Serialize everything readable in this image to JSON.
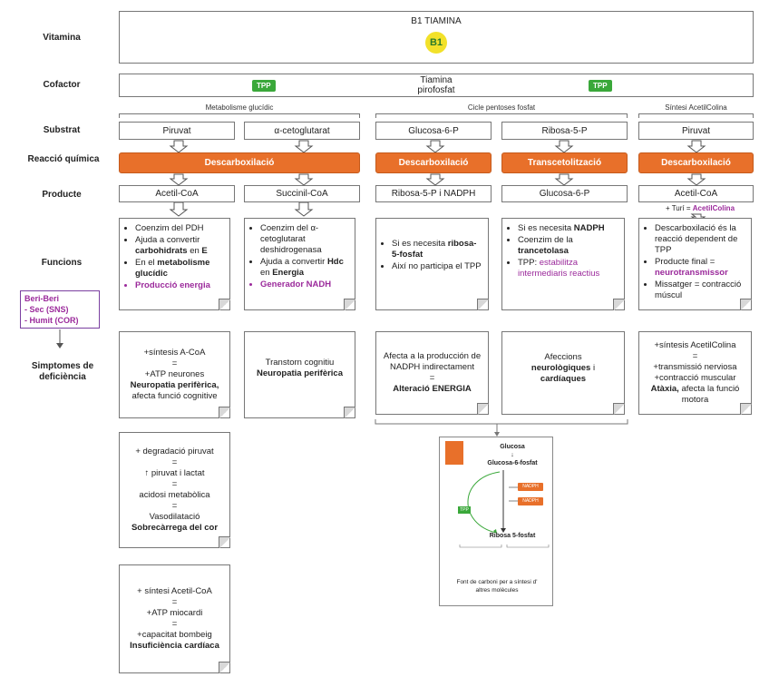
{
  "labels": {
    "vitamina": "Vitamina",
    "cofactor": "Cofactor",
    "substrat": "Substrat",
    "reaccio": "Reacció química",
    "producte": "Producte",
    "funcions": "Funcions",
    "simptomes": "Simptomes de deficiència"
  },
  "vitamin": {
    "name": "B1 TIAMINA",
    "badge": "B1"
  },
  "cofactor": {
    "name_line1": "Tiamina",
    "name_line2": "pirofosfat",
    "tag": "TPP"
  },
  "groups": {
    "g1": "Metabolisme glucídic",
    "g2": "Cicle pentoses fosfat",
    "g3": "Síntesi AcetilColina"
  },
  "substrates": [
    "Piruvat",
    "α-cetoglutarat",
    "Glucosa-6-P",
    "Ribosa-5-P",
    "Piruvat"
  ],
  "reactions": [
    "Descarboxilació",
    "Descarboxilació",
    "Transcetolització",
    "Descarboxilació"
  ],
  "products": [
    "Acetil-CoA",
    "Succinil-CoA",
    "Ribosa-5-P i NADPH",
    "Glucosa-6-P",
    "Acetil-CoA"
  ],
  "turi": {
    "prefix": "+ Turí =",
    "value": "AcetilColina"
  },
  "beri": {
    "title": "Beri-Beri",
    "sec": "Sec (SNS)",
    "humit": "Humit (COR)"
  },
  "func1": {
    "b1": "Coenzim del PDH",
    "b2a": "Ajuda a convertir",
    "b2b": "carbohidrats",
    "b2c": "en",
    "b2d": "E",
    "b3a": "En el",
    "b3b": "metabolisme glucídic",
    "b4": "Producció energia"
  },
  "func2": {
    "b1": "Coenzim del α-cetoglutarat deshidrogenasa",
    "b2a": "Ajuda a convertir",
    "b2b": "Hdc",
    "b2c": "en",
    "b2d": "Energia",
    "b3": "Generador NADH"
  },
  "func3": {
    "b1a": "Si es necesita",
    "b1b": "ribosa-5-fosfat",
    "b2": "Així no participa el TPP"
  },
  "func4": {
    "b1a": "Si es necesita",
    "b1b": "NADPH",
    "b2a": "Coenzim de la",
    "b2b": "trancetolasa",
    "b3a": "TPP:",
    "b3b": "estabilitza intermediaris reactius"
  },
  "func5": {
    "b1": "Descarboxilació és la reacció dependent de TPP",
    "b2a": "Producte final =",
    "b2b": "neurotransmissor",
    "b3": "Missatger = contracció múscul"
  },
  "symp1": {
    "l1": "+síntesis A-CoA",
    "l2": "=",
    "l3": "+ATP neurones",
    "l4": "Neuropatia perifèrica,",
    "l5": "afecta funció cognitive"
  },
  "symp2": {
    "l1": "Transtorn cognitiu",
    "l2": "Neuropatia perifèrica"
  },
  "symp3": {
    "l1": "Afecta a la producción de NADPH indirectament",
    "l2": "=",
    "l3": "Alteració ENERGIA"
  },
  "symp4": {
    "l1": "Afeccions",
    "l2": "neurològiques",
    "l3": "i",
    "l4": "cardíaques"
  },
  "symp5": {
    "l1": "+síntesis AcetilColina",
    "l2": "=",
    "l3": "+transmissió nerviosa",
    "l4": "+contracció muscular",
    "l5": "Atàxia,",
    "l6": "afecta la funció motora"
  },
  "cardio1": {
    "l1": "+ degradació piruvat",
    "l2": "=",
    "l3": "↑ piruvat i lactat",
    "l4": "=",
    "l5": "acidosi metabòlica",
    "l6": "=",
    "l7": "Vasodilatació",
    "l8": "Sobrecàrrega del cor"
  },
  "cardio2": {
    "l1": "+ síntesi Acetil-CoA",
    "l2": "=",
    "l3": "+ATP miocardi",
    "l4": "=",
    "l5": "+capacitat bombeig",
    "l6": "Insuficiència cardíaca"
  },
  "pathway": {
    "glucosa": "Glucosa",
    "g6p": "Glucosa-6-fosfat",
    "r5p": "Ribosa 5-fosfat",
    "nadph": "NADPH",
    "tpp": "TPP",
    "caption": "Font de carboni per a síntesi d' altres molècules"
  },
  "colors": {
    "orange": "#e8702a",
    "purple": "#9b2a9b",
    "green": "#3aa83a",
    "yellow": "#f2e12a"
  }
}
